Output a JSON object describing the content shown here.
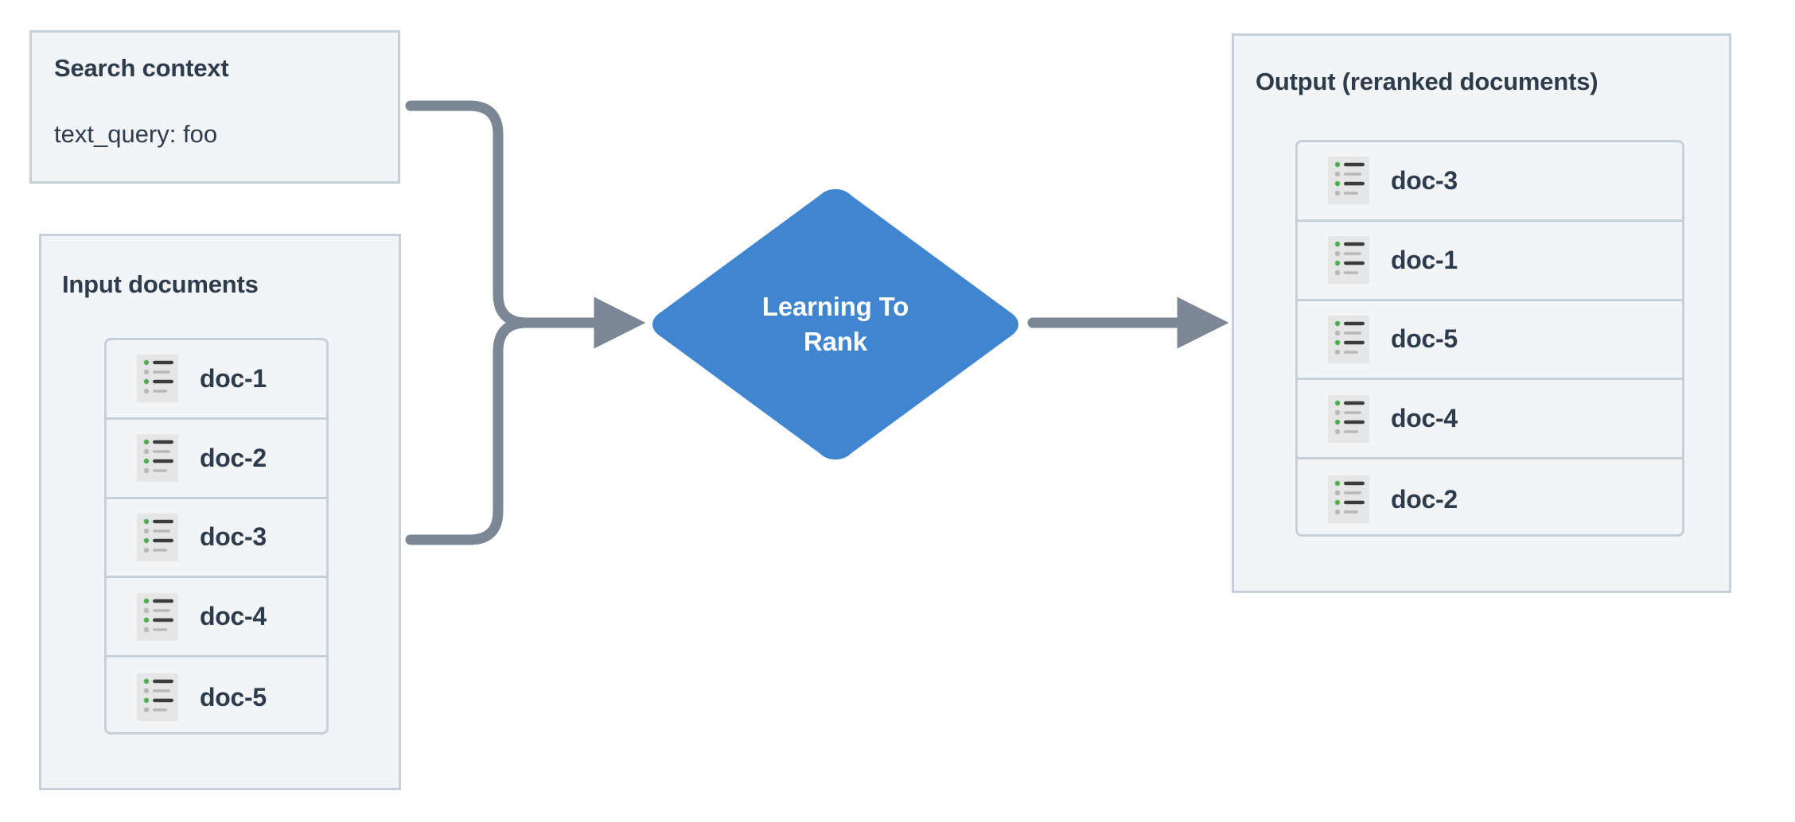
{
  "diagram": {
    "title_hidden": "",
    "colors": {
      "panel_bg": "#f2f4f6",
      "panel_border": "#c5d0da",
      "text": "#2c3c4d",
      "node_fill": "#3f85d0",
      "node_text": "#ffffff",
      "connector": "#7b8794",
      "icon_bg": "#e6e6e6",
      "icon_accent": "#4caf50",
      "icon_bar_dark": "#3c3c3c",
      "icon_bar_light": "#b8b8b8"
    }
  },
  "search_context": {
    "title": "Search context",
    "query_line": "text_query: foo"
  },
  "input_panel": {
    "title": "Input documents",
    "documents": [
      {
        "label": "doc-1",
        "icon": "document-list-icon"
      },
      {
        "label": "doc-2",
        "icon": "document-list-icon"
      },
      {
        "label": "doc-3",
        "icon": "document-list-icon"
      },
      {
        "label": "doc-4",
        "icon": "document-list-icon"
      },
      {
        "label": "doc-5",
        "icon": "document-list-icon"
      }
    ]
  },
  "process_node": {
    "shape": "diamond",
    "line1": "Learning To",
    "line2": "Rank"
  },
  "output_panel": {
    "title": "Output (reranked documents)",
    "documents": [
      {
        "label": "doc-3",
        "icon": "document-list-icon"
      },
      {
        "label": "doc-1",
        "icon": "document-list-icon"
      },
      {
        "label": "doc-5",
        "icon": "document-list-icon"
      },
      {
        "label": "doc-4",
        "icon": "document-list-icon"
      },
      {
        "label": "doc-2",
        "icon": "document-list-icon"
      }
    ]
  },
  "connectors": [
    {
      "name": "search-context-to-ltr",
      "from": "search_context",
      "to": "process_node",
      "arrow": true
    },
    {
      "name": "input-documents-to-ltr",
      "from": "input_panel",
      "to": "process_node",
      "arrow": true
    },
    {
      "name": "ltr-to-output",
      "from": "process_node",
      "to": "output_panel",
      "arrow": true
    }
  ]
}
